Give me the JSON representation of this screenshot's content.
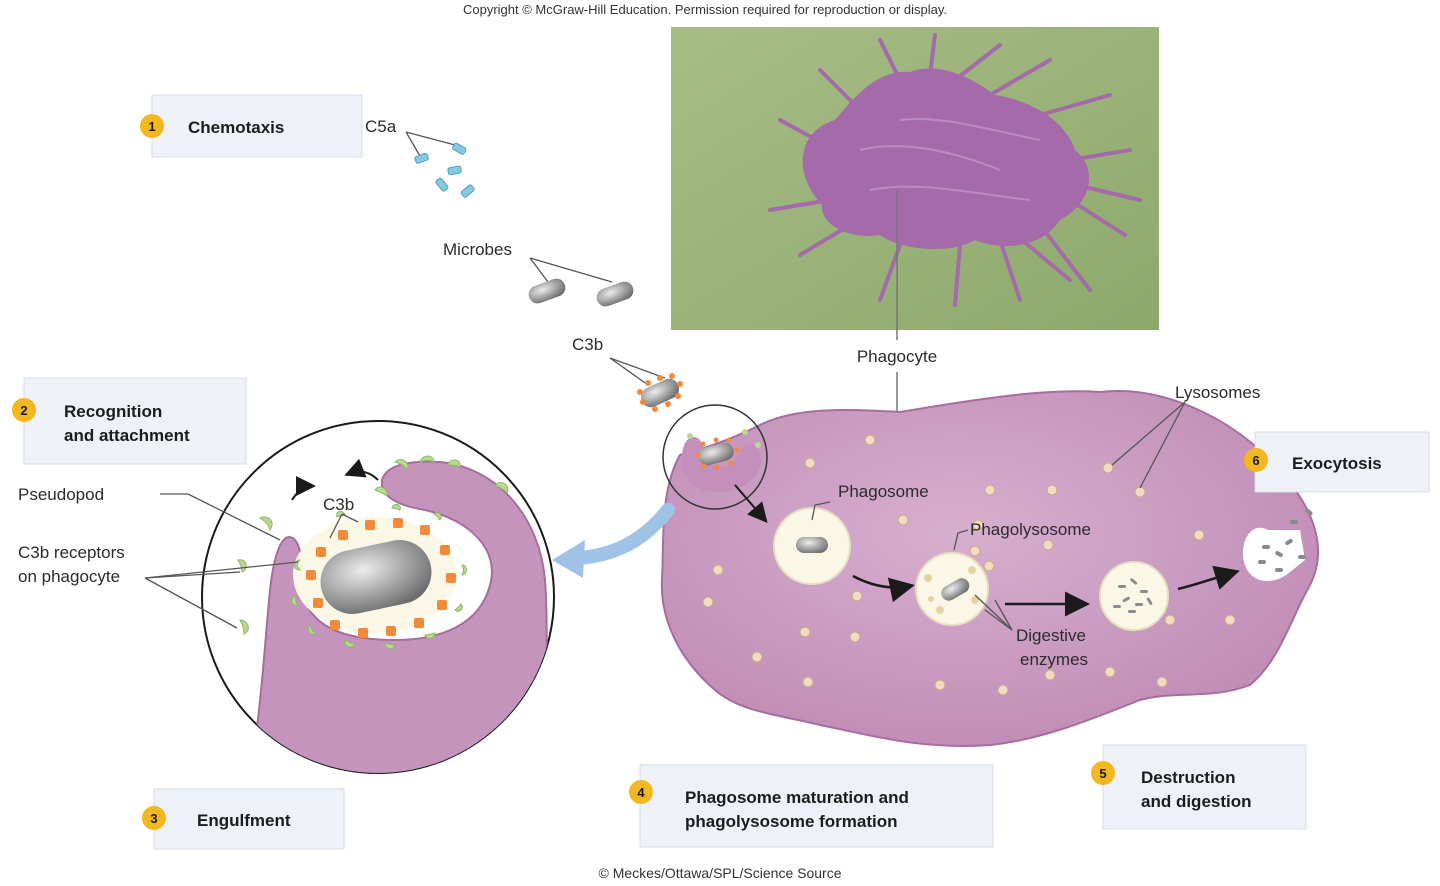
{
  "copyright_top": "Copyright © McGraw-Hill Education. Permission required for reproduction or display.",
  "credit_bottom": "© Meckes/Ottawa/SPL/Science Source",
  "steps": [
    {
      "number": "1",
      "label_lines": [
        "Chemotaxis"
      ]
    },
    {
      "number": "2",
      "label_lines": [
        "Recognition",
        "and attachment"
      ]
    },
    {
      "number": "3",
      "label_lines": [
        "Engulfment"
      ]
    },
    {
      "number": "4",
      "label_lines": [
        "Phagosome maturation and",
        "phagolysosome formation"
      ]
    },
    {
      "number": "5",
      "label_lines": [
        "Destruction",
        "and digestion"
      ]
    },
    {
      "number": "6",
      "label_lines": [
        "Exocytosis"
      ]
    }
  ],
  "labels": {
    "c5a": "C5a",
    "microbes": "Microbes",
    "c3b": "C3b",
    "phagocyte": "Phagocyte",
    "lysosomes": "Lysosomes",
    "phagosome": "Phagosome",
    "phagolysosome": "Phagolysosome",
    "digestive_enzymes": [
      "Digestive",
      "enzymes"
    ],
    "pseudopod": "Pseudopod",
    "c3b_inset": "C3b",
    "c3b_receptors": [
      "C3b receptors",
      "on phagocyte"
    ]
  },
  "colors": {
    "cell": "#c99ac0",
    "cell_edge": "#a56e9e",
    "micrograph_bg": "#9cb47a",
    "micrograph_cell": "#a46aa8",
    "box_bg": "#eef1f8",
    "badge": "#f2b81f",
    "c3b": "#f28a3a",
    "receptor": "#b9d990",
    "c5a": "#7cc4dd",
    "microbe": "#9a9a9a",
    "arrow_blue": "#9fc3e6",
    "lysosome": "#f1dcc3"
  }
}
